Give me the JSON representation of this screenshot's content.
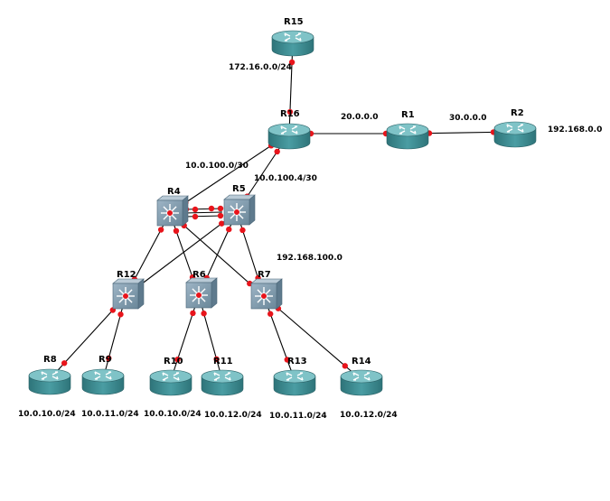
{
  "diagram": {
    "nodes": [
      {
        "id": "R15",
        "label": "R15",
        "type": "router"
      },
      {
        "id": "R16",
        "label": "R16",
        "type": "router"
      },
      {
        "id": "R1",
        "label": "R1",
        "type": "router"
      },
      {
        "id": "R2",
        "label": "R2",
        "type": "router"
      },
      {
        "id": "R4",
        "label": "R4",
        "type": "switch"
      },
      {
        "id": "R5",
        "label": "R5",
        "type": "switch"
      },
      {
        "id": "R12",
        "label": "R12",
        "type": "switch"
      },
      {
        "id": "R6",
        "label": "R6",
        "type": "switch"
      },
      {
        "id": "R7",
        "label": "R7",
        "type": "switch"
      },
      {
        "id": "R8",
        "label": "R8",
        "type": "router"
      },
      {
        "id": "R9",
        "label": "R9",
        "type": "router"
      },
      {
        "id": "R10",
        "label": "R10",
        "type": "router"
      },
      {
        "id": "R11",
        "label": "R11",
        "type": "router"
      },
      {
        "id": "R13",
        "label": "R13",
        "type": "router"
      },
      {
        "id": "R14",
        "label": "R14",
        "type": "router"
      }
    ],
    "links": [
      {
        "from": "R15",
        "to": "R16"
      },
      {
        "from": "R16",
        "to": "R1"
      },
      {
        "from": "R1",
        "to": "R2"
      },
      {
        "from": "R16",
        "to": "R4"
      },
      {
        "from": "R16",
        "to": "R5"
      },
      {
        "from": "R4",
        "to": "R5"
      },
      {
        "from": "R4",
        "to": "R12"
      },
      {
        "from": "R4",
        "to": "R6"
      },
      {
        "from": "R4",
        "to": "R7"
      },
      {
        "from": "R5",
        "to": "R12"
      },
      {
        "from": "R5",
        "to": "R6"
      },
      {
        "from": "R5",
        "to": "R7"
      },
      {
        "from": "R12",
        "to": "R8"
      },
      {
        "from": "R12",
        "to": "R9"
      },
      {
        "from": "R6",
        "to": "R10"
      },
      {
        "from": "R6",
        "to": "R11"
      },
      {
        "from": "R7",
        "to": "R13"
      },
      {
        "from": "R7",
        "to": "R14"
      }
    ],
    "network_labels": {
      "r15_r16": "172.16.0.0/24",
      "r16_r1": "20.0.0.0",
      "r1_r2": "30.0.0.0",
      "r2_lan": "192.168.0.0",
      "r16_r4": "10.0.100.0/30",
      "r16_r5": "10.0.100.4/30",
      "core_lan": "192.168.100.0",
      "r8_lan": "10.0.10.0/24",
      "r9_lan": "10.0.11.0/24",
      "r10_lan": "10.0.10.0/24",
      "r11_lan": "10.0.12.0/24",
      "r13_lan": "10.0.11.0/24",
      "r14_lan": "10.0.12.0/24"
    },
    "colors": {
      "router_body": "#3f8f95",
      "router_top": "#7fc3c7",
      "switch_body": "#7f9bb0",
      "switch_top": "#b9cad6",
      "port": "#e8141b",
      "link": "#000000"
    }
  }
}
